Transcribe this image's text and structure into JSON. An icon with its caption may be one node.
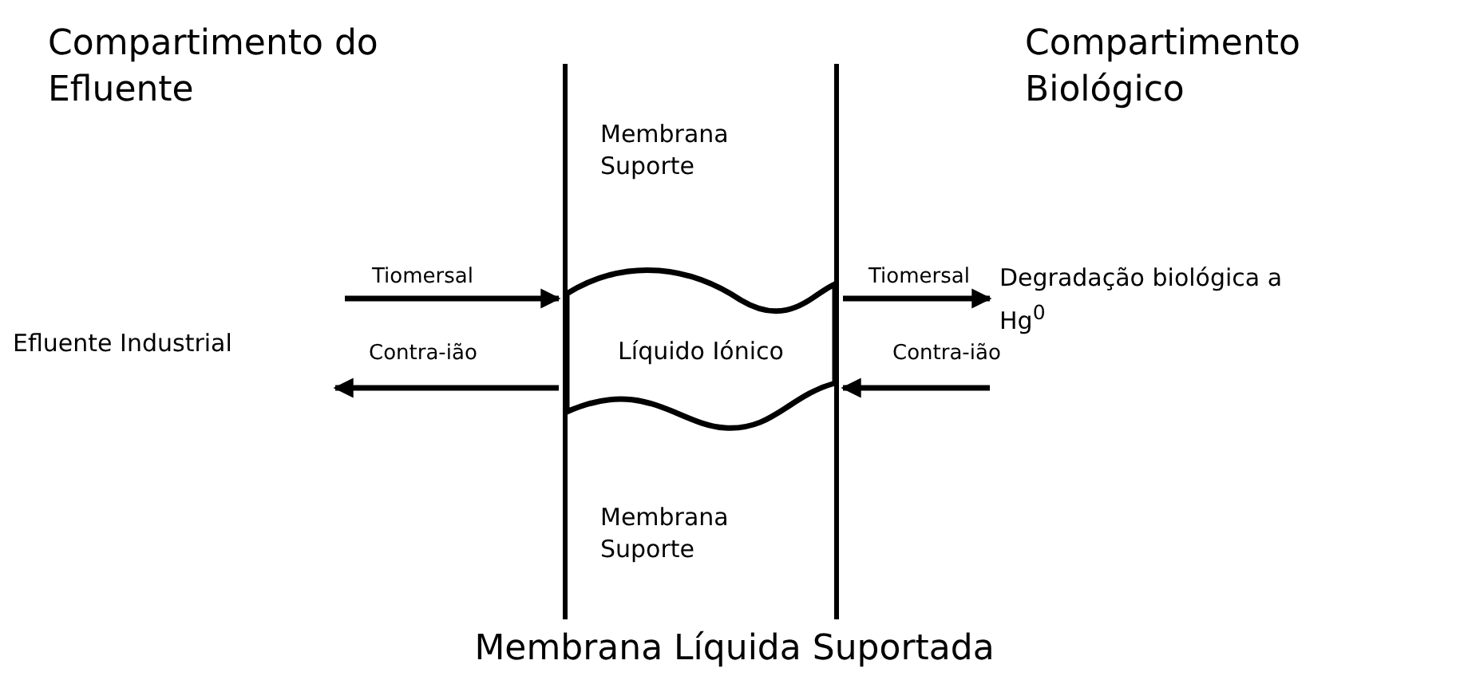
{
  "diagram": {
    "nodes": [
      {
        "text": [
          "Líquido Iónico"
        ]
      },
      {
        "text": [
          "Degradação biológica a Hg$^{0}$"
        ]
      }
    ],
    "edges": [
      {
        "from": null,
        "to": 0,
        "arrow": "to",
        "label": "Tiomersal"
      },
      {
        "from": 0,
        "to": null,
        "arrow": "to",
        "label": "Contra-ião"
      },
      {
        "from": 0,
        "to": 1,
        "arrow": "to",
        "label": "Tiomersal"
      },
      {
        "from": 1,
        "to": 0,
        "arrow": "to",
        "label": "Contra-ião"
      }
    ],
    "labels": [
      "Compartimento do Efluente",
      "Compartimento Biológico",
      "Membrana Suporte",
      "Efluente Industrial",
      "Membrana Suporte",
      "Membrana Líquida Suportada"
    ]
  }
}
